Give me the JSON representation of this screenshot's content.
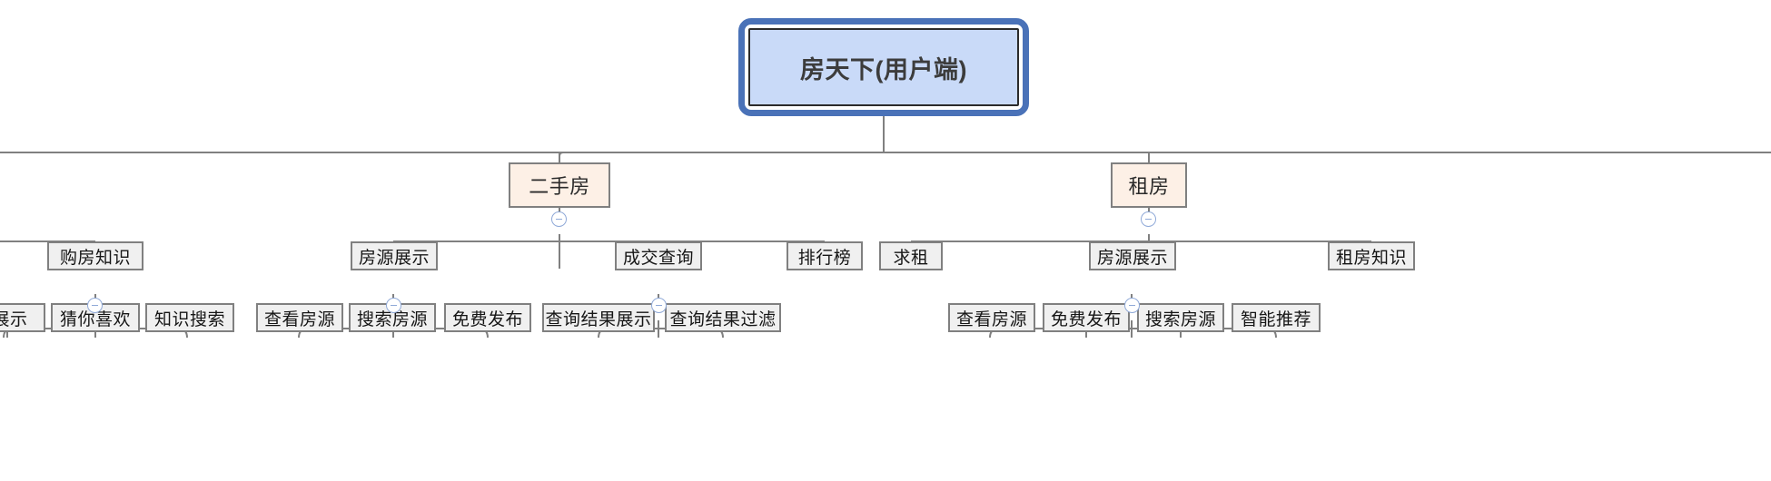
{
  "diagram": {
    "type": "mindmap-tree",
    "title_node": "房天下(用户端)",
    "colors": {
      "root_fill": "#c9daf8",
      "root_outer_border": "#4a72b8",
      "category_fill": "#fdf0e6",
      "leaf_fill": "#f0f0f0",
      "edge": "#808080",
      "toggle": "#8fa9d8"
    },
    "root": {
      "label": "房天下(用户端)"
    },
    "level2": [
      {
        "id": "ershoufang",
        "label": "二手房",
        "toggle": "minus"
      },
      {
        "id": "zufang",
        "label": "租房",
        "toggle": "minus"
      }
    ],
    "level3": [
      {
        "id": "goufangzhishi",
        "label": "购房知识",
        "toggle": "minus"
      },
      {
        "id": "fangyuanzhanshi1",
        "label": "房源展示",
        "toggle": "minus"
      },
      {
        "id": "chengjiaochaxun",
        "label": "成交查询",
        "toggle": "minus"
      },
      {
        "id": "paihangbang",
        "label": "排行榜",
        "toggle": null
      },
      {
        "id": "qiuzu",
        "label": "求租",
        "toggle": null
      },
      {
        "id": "fangyuanzhanshi2",
        "label": "房源展示",
        "toggle": "minus"
      },
      {
        "id": "zufangzhishi",
        "label": "租房知识",
        "toggle": null
      }
    ],
    "level4": [
      {
        "id": "zhanshi",
        "label": "展示",
        "parent": "goufangzhishi"
      },
      {
        "id": "cainixihuan",
        "label": "猜你喜欢",
        "parent": "goufangzhishi"
      },
      {
        "id": "zhishisousuo",
        "label": "知识搜索",
        "parent": "goufangzhishi"
      },
      {
        "id": "chakanfangyuan1",
        "label": "查看房源",
        "parent": "fangyuanzhanshi1"
      },
      {
        "id": "sousuofangyuan1",
        "label": "搜索房源",
        "parent": "fangyuanzhanshi1"
      },
      {
        "id": "mianfeifabu1",
        "label": "免费发布",
        "parent": "fangyuanzhanshi1"
      },
      {
        "id": "chaxunjieguozhanshi",
        "label": "查询结果展示",
        "parent": "chengjiaochaxun"
      },
      {
        "id": "chaxunjieguoguolv",
        "label": "查询结果过滤",
        "parent": "chengjiaochaxun"
      },
      {
        "id": "chakanfangyuan2",
        "label": "查看房源",
        "parent": "fangyuanzhanshi2"
      },
      {
        "id": "mianfeifabu2",
        "label": "免费发布",
        "parent": "fangyuanzhanshi2"
      },
      {
        "id": "sousuofangyuan2",
        "label": "搜索房源",
        "parent": "fangyuanzhanshi2"
      },
      {
        "id": "zhinengtuijian",
        "label": "智能推荐",
        "parent": "fangyuanzhanshi2"
      }
    ]
  }
}
